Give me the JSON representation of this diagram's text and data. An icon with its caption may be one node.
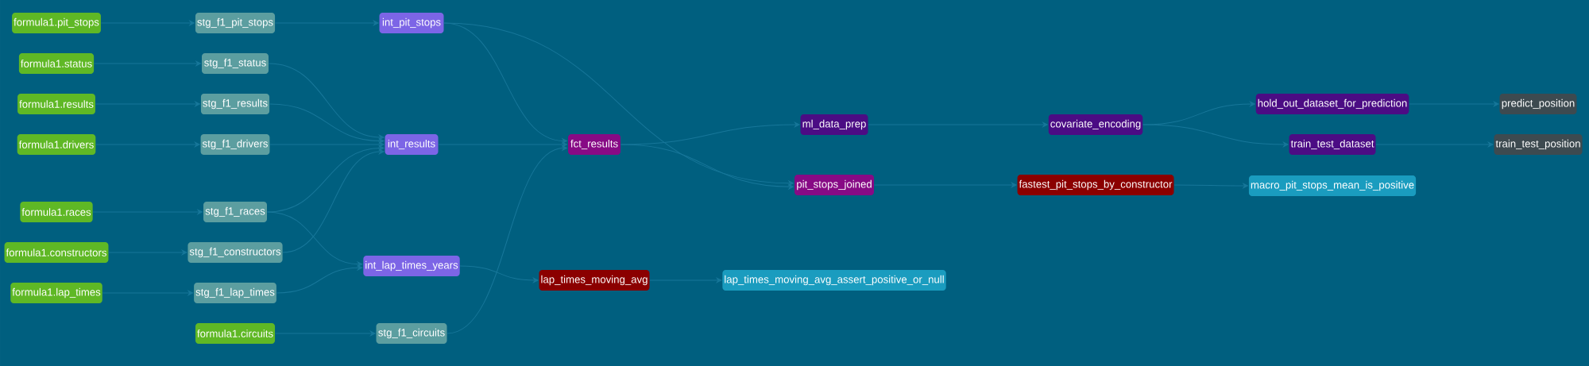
{
  "diagram": {
    "nodes": [
      {
        "text": [
          "formula1.pit_stops"
        ]
      },
      {
        "text": [
          "stg_f1_pit_stops"
        ]
      },
      {
        "text": [
          "int_pit_stops"
        ]
      },
      {
        "text": [
          "formula1.status"
        ]
      },
      {
        "text": [
          "stg_f1_status"
        ]
      },
      {
        "text": [
          "formula1.results"
        ]
      },
      {
        "text": [
          "stg_f1_results"
        ]
      },
      {
        "text": [
          "formula1.drivers"
        ]
      },
      {
        "text": [
          "stg_f1_drivers"
        ]
      },
      {
        "text": [
          "int_results"
        ]
      },
      {
        "text": [
          "formula1.races"
        ]
      },
      {
        "text": [
          "stg_f1_races"
        ]
      },
      {
        "text": [
          "formula1.constructors"
        ]
      },
      {
        "text": [
          "stg_f1_constructors"
        ]
      },
      {
        "text": [
          "int_lap_times_years"
        ]
      },
      {
        "text": [
          "formula1.lap_times"
        ]
      },
      {
        "text": [
          "stg_f1_lap_times"
        ]
      },
      {
        "text": [
          "formula1.circuits"
        ]
      },
      {
        "text": [
          "stg_f1_circuits"
        ]
      },
      {
        "text": [
          "fct_results"
        ]
      },
      {
        "text": [
          "lap_times_moving_avg"
        ]
      },
      {
        "text": [
          "ml_data_prep"
        ]
      },
      {
        "text": [
          "pit_stops_joined"
        ]
      },
      {
        "text": [
          "lap_times_moving_avg_assert_positive_or_null"
        ]
      },
      {
        "text": [
          "covariate_encoding"
        ]
      },
      {
        "text": [
          "fastest_pit_stops_by_constructor"
        ]
      },
      {
        "text": [
          "hold_out_dataset_for_prediction"
        ]
      },
      {
        "text": [
          "train_test_dataset"
        ]
      },
      {
        "text": [
          "macro_pit_stops_mean_is_positive"
        ]
      },
      {
        "text": [
          "predict_position"
        ]
      },
      {
        "text": [
          "train_test_position"
        ]
      }
    ],
    "edges": [
      {
        "from": 0,
        "to": 1,
        "arrow": "to"
      },
      {
        "from": 1,
        "to": 2,
        "arrow": "to"
      },
      {
        "from": 3,
        "to": 4,
        "arrow": "to"
      },
      {
        "from": 5,
        "to": 6,
        "arrow": "to"
      },
      {
        "from": 7,
        "to": 8,
        "arrow": "to"
      },
      {
        "from": 10,
        "to": 11,
        "arrow": "to"
      },
      {
        "from": 12,
        "to": 13,
        "arrow": "to"
      },
      {
        "from": 15,
        "to": 16,
        "arrow": "to"
      },
      {
        "from": 17,
        "to": 18,
        "arrow": "to"
      },
      {
        "from": 4,
        "to": 9,
        "arrow": "to"
      },
      {
        "from": 6,
        "to": 9,
        "arrow": "to"
      },
      {
        "from": 8,
        "to": 9,
        "arrow": "to"
      },
      {
        "from": 11,
        "to": 9,
        "arrow": "to"
      },
      {
        "from": 13,
        "to": 9,
        "arrow": "to"
      },
      {
        "from": 11,
        "to": 14,
        "arrow": "to"
      },
      {
        "from": 16,
        "to": 14,
        "arrow": "to"
      },
      {
        "from": 2,
        "to": 19,
        "arrow": "to"
      },
      {
        "from": 9,
        "to": 19,
        "arrow": "to"
      },
      {
        "from": 18,
        "to": 19,
        "arrow": "to"
      },
      {
        "from": 2,
        "to": 22,
        "arrow": "to"
      },
      {
        "from": 14,
        "to": 20,
        "arrow": "to"
      },
      {
        "from": 19,
        "to": 21,
        "arrow": "to"
      },
      {
        "from": 19,
        "to": 22,
        "arrow": "to"
      },
      {
        "from": 20,
        "to": 23,
        "arrow": "to"
      },
      {
        "from": 21,
        "to": 24,
        "arrow": "to"
      },
      {
        "from": 22,
        "to": 25,
        "arrow": "to"
      },
      {
        "from": 24,
        "to": 26,
        "arrow": "to"
      },
      {
        "from": 24,
        "to": 27,
        "arrow": "to"
      },
      {
        "from": 25,
        "to": 28,
        "arrow": "to"
      },
      {
        "from": 26,
        "to": 29,
        "arrow": "to"
      },
      {
        "from": 27,
        "to": 30,
        "arrow": "to"
      }
    ]
  }
}
